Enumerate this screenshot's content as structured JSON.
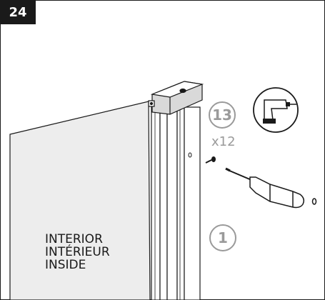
{
  "step": {
    "number": "24"
  },
  "hardware": {
    "part_number": "13",
    "quantity": "x12"
  },
  "panel": {
    "part_number": "1"
  },
  "side_labels": [
    "INTERIOR",
    "INTÉRIEUR",
    "INSIDE"
  ],
  "tools": {
    "drill": "drill-icon",
    "screwdriver": "screwdriver-icon"
  },
  "colors": {
    "line": "#1a1a1a",
    "callout_gray": "#9a9a9a",
    "glass": "#ededed",
    "background": "#ffffff"
  }
}
